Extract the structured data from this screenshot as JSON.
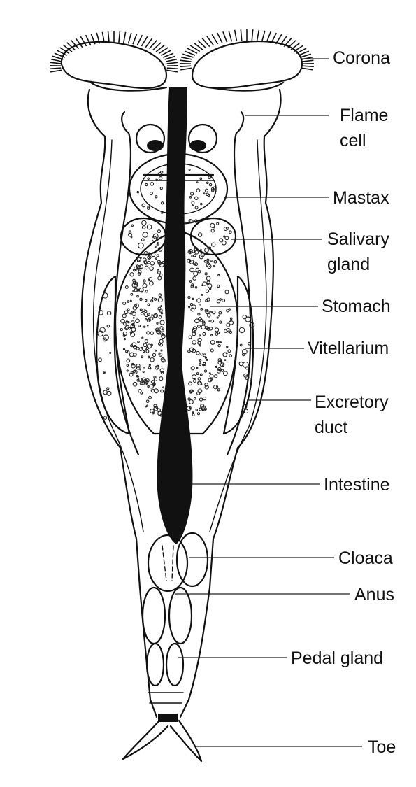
{
  "labels": {
    "corona": "Corona",
    "flame_cell_1": "Flame",
    "flame_cell_2": "cell",
    "mastax": "Mastax",
    "salivary_gland_1": "Salivary",
    "salivary_gland_2": "gland",
    "stomach": "Stomach",
    "vitellarium": "Vitellarium",
    "excretory_duct_1": "Excretory",
    "excretory_duct_2": "duct",
    "intestine": "Intestine",
    "cloaca": "Cloaca",
    "anus": "Anus",
    "pedal_gland": "Pedal gland",
    "toe": "Toe"
  },
  "colors": {
    "ink": "#111111",
    "paper": "#ffffff"
  }
}
